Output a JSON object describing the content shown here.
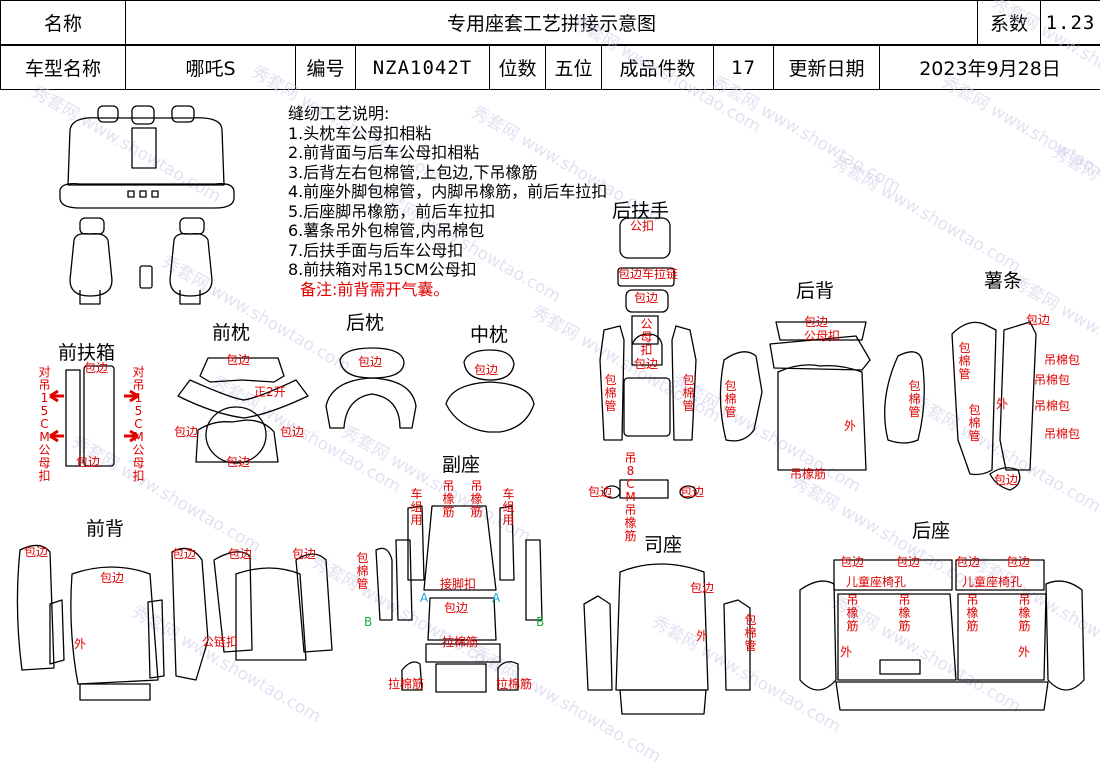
{
  "header": {
    "name_label": "名称",
    "title": "专用座套工艺拼接示意图",
    "coef_label": "系数",
    "coef_value": "1.23",
    "model_label": "车型名称",
    "model_value": "哪吒S",
    "code_label": "编号",
    "code_value": "NZA1042T",
    "seats_label": "位数",
    "seats_value": "五位",
    "pieces_label": "成品件数",
    "pieces_value": "17",
    "date_label": "更新日期",
    "date_value": "2023年9月28日"
  },
  "notes": {
    "heading": "缝纫工艺说明:",
    "items": [
      "1.头枕车公母扣相粘",
      "2.前背面与后车公母扣相粘",
      "3.后背左右包棉管,上包边,下吊橡筋",
      "4.前座外脚包棉管，内脚吊橡筋，前后车拉扣",
      "5.后座脚吊橡筋，前后车拉扣",
      "6.薯条吊外包棉管,内吊棉包",
      "7.后扶手面与后车公母扣",
      "8.前扶箱对吊15CM公母扣"
    ],
    "remark": "备注:前背需开气囊。"
  },
  "sections": {
    "front_armbox": "前扶箱",
    "front_pillow": "前枕",
    "rear_pillow": "后枕",
    "mid_pillow": "中枕",
    "rear_armrest": "后扶手",
    "rear_back": "后背",
    "strip": "薯条",
    "passenger": "副座",
    "front_back": "前背",
    "driver": "司座",
    "rear_seat": "后座"
  },
  "labels": {
    "wrap_edge": "包边",
    "duidiao": "对吊15CM公母扣",
    "zheng_open": "正2开",
    "rear_arm_top": "公扣",
    "rear_arm_zip": "包边车拉链",
    "gongmu": "公母扣",
    "pkf": "包棉管",
    "pkf_short": "包",
    "hang_elastic": "吊橡筋",
    "cotton_bag": "吊棉包",
    "outer": "外",
    "pull_buckle": "拉棉筋",
    "rear_drive": "车组用",
    "seat_pull": "接脚扣",
    "hang15": "吊8CM吊橡筋",
    "child_seat": "儿童座椅孔",
    "public_zip": "公链扣",
    "letter_a": "A",
    "letter_b": "B"
  },
  "watermark": "秀套网 www.showtao.com"
}
